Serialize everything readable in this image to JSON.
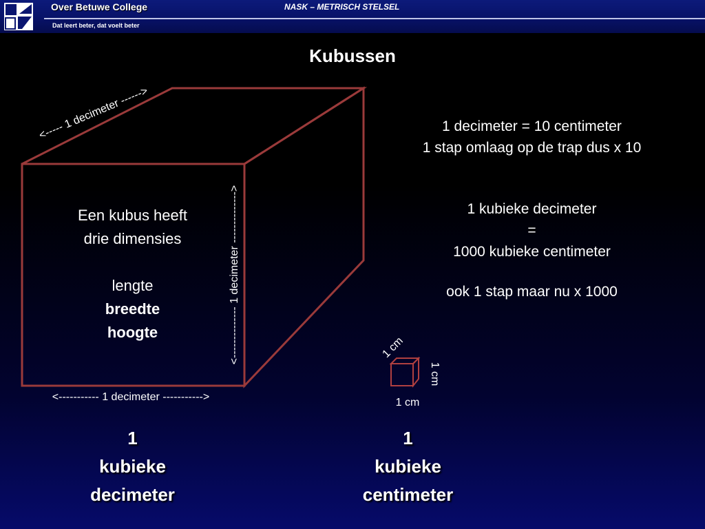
{
  "header": {
    "college_name": "Over Betuwe College",
    "slogan": "Dat leert beter, dat voelt beter",
    "course": "NASK – METRISCH STELSEL",
    "colors": {
      "bar": "#081268",
      "rule": "#c0c4e8"
    }
  },
  "slide": {
    "title": "Kubussen",
    "info1": [
      "1 decimeter = 10 centimeter",
      "1 stap omlaag op de trap dus x 10"
    ],
    "info2": [
      "1 kubieke decimeter",
      "=",
      "1000 kubieke centimeter"
    ],
    "info3": "ook 1 stap maar nu x 1000",
    "cube_text": {
      "line1": "Een kubus heeft",
      "line2": "drie dimensies",
      "dim1": "lengte",
      "dim2": "breedte",
      "dim3": "hoogte"
    },
    "big_cube": {
      "top_label": "<----- 1 decimeter ------>",
      "side_label": "<-------------- 1 decimeter -------------->",
      "bottom_label": "<----------- 1 decimeter ----------->",
      "edge_color": "#9a3a3a"
    },
    "small_cube": {
      "top_label": "1 cm",
      "side_label": "1 cm",
      "bottom_label": "1 cm"
    },
    "caption_dm": [
      "1",
      "kubieke",
      "decimeter"
    ],
    "caption_cm": [
      "1",
      "kubieke",
      "centimeter"
    ]
  }
}
